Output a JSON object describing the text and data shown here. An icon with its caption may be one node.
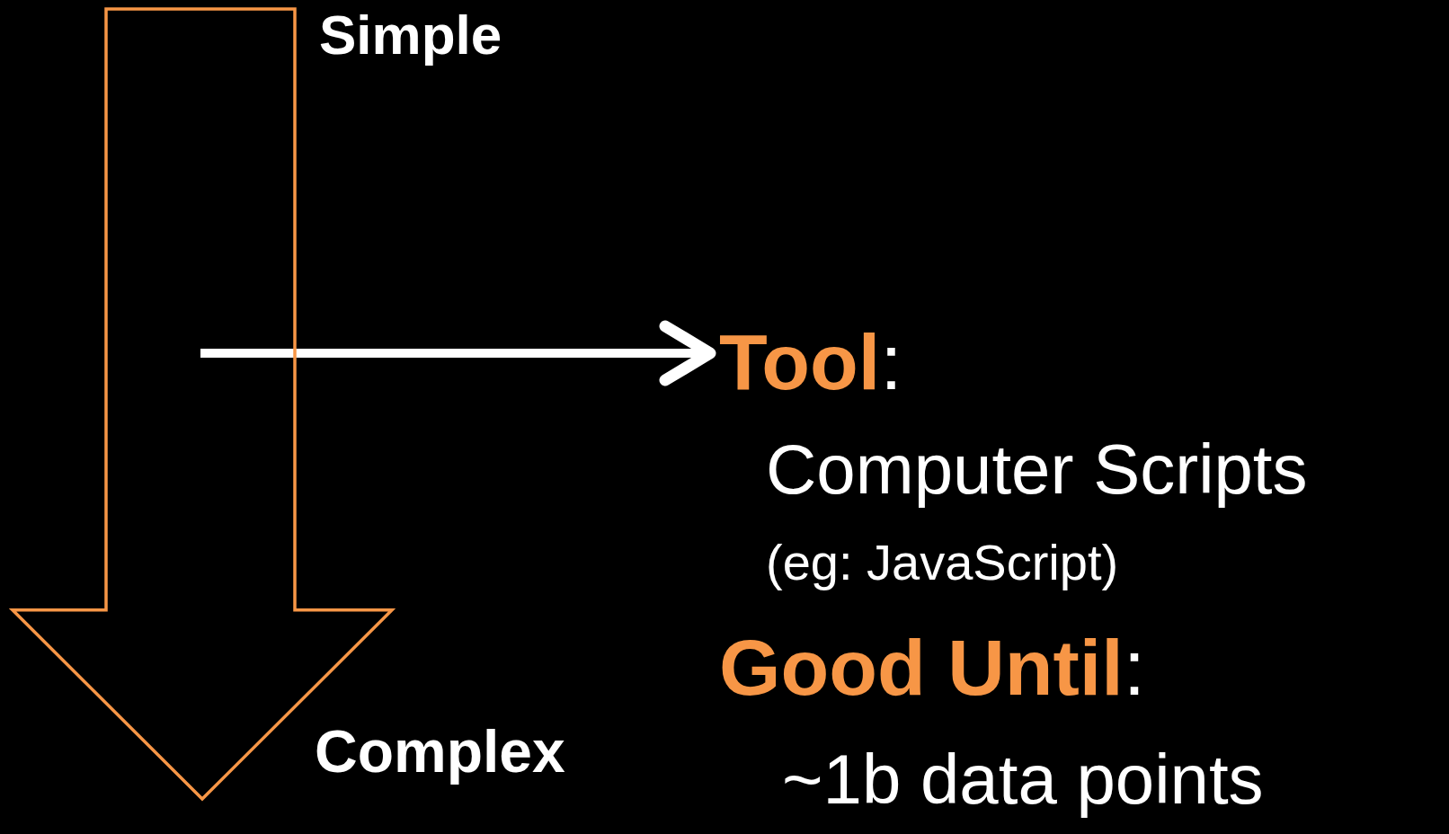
{
  "diagram": {
    "nodes": [
      {
        "text": [],
        "shape": "arrow"
      },
      {
        "text": [
          "**Tool**:",
          "Computer Scripts",
          "(eg: JavaScript)",
          "**Good Until**:",
          "~1b data points"
        ]
      }
    ],
    "edges": [
      {
        "from": 0,
        "to": 1,
        "arrow": "to"
      }
    ],
    "labels": [
      "Simple",
      "Complex"
    ]
  }
}
